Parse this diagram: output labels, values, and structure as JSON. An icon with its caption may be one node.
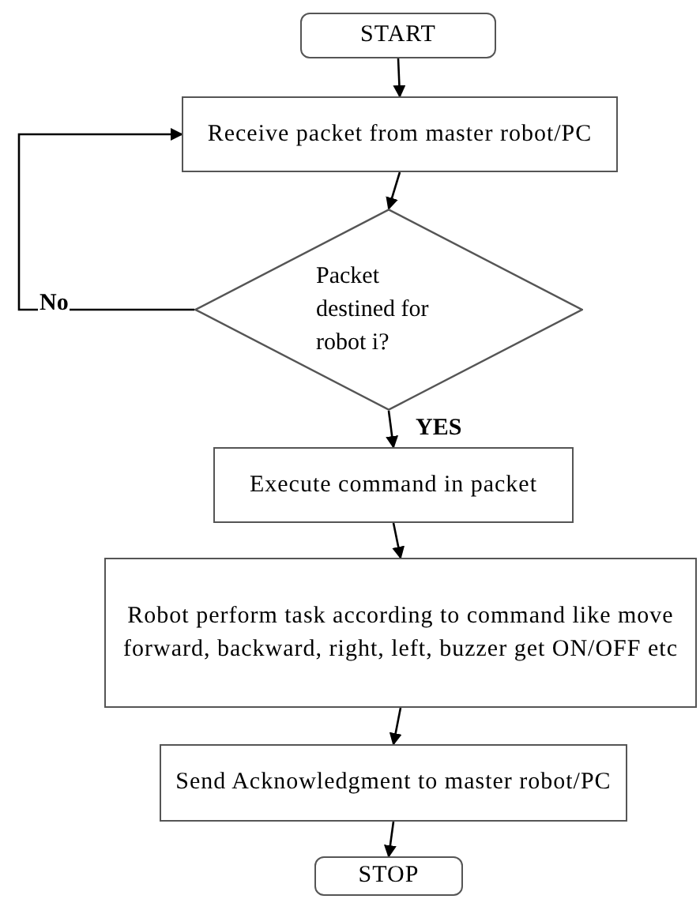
{
  "diagram": {
    "nodes": [
      {
        "text": [
          "START"
        ]
      },
      {
        "text": [
          "Receive packet from master robot/PC"
        ]
      },
      {
        "text": [
          "Packet destined for robot i?"
        ]
      },
      {
        "text": [
          "Execute command in packet"
        ]
      },
      {
        "text": [
          "Robot perform task according to command like move forward, backward, right, left, buzzer get ON/OFF etc"
        ]
      },
      {
        "text": [
          "Send Acknowledgment to master robot/PC"
        ]
      },
      {
        "text": [
          "STOP"
        ]
      }
    ],
    "edges": [
      {
        "from": 0,
        "to": 1,
        "arrow": "to"
      },
      {
        "from": 1,
        "to": 2,
        "arrow": "to"
      },
      {
        "from": 2,
        "to": 3,
        "arrow": "to",
        "label": "YES"
      },
      {
        "from": 2,
        "to": 1,
        "arrow": "to",
        "label": "No"
      },
      {
        "from": 3,
        "to": 4,
        "arrow": "to"
      },
      {
        "from": 4,
        "to": 5,
        "arrow": "to"
      },
      {
        "from": 5,
        "to": 6,
        "arrow": "to"
      }
    ]
  }
}
